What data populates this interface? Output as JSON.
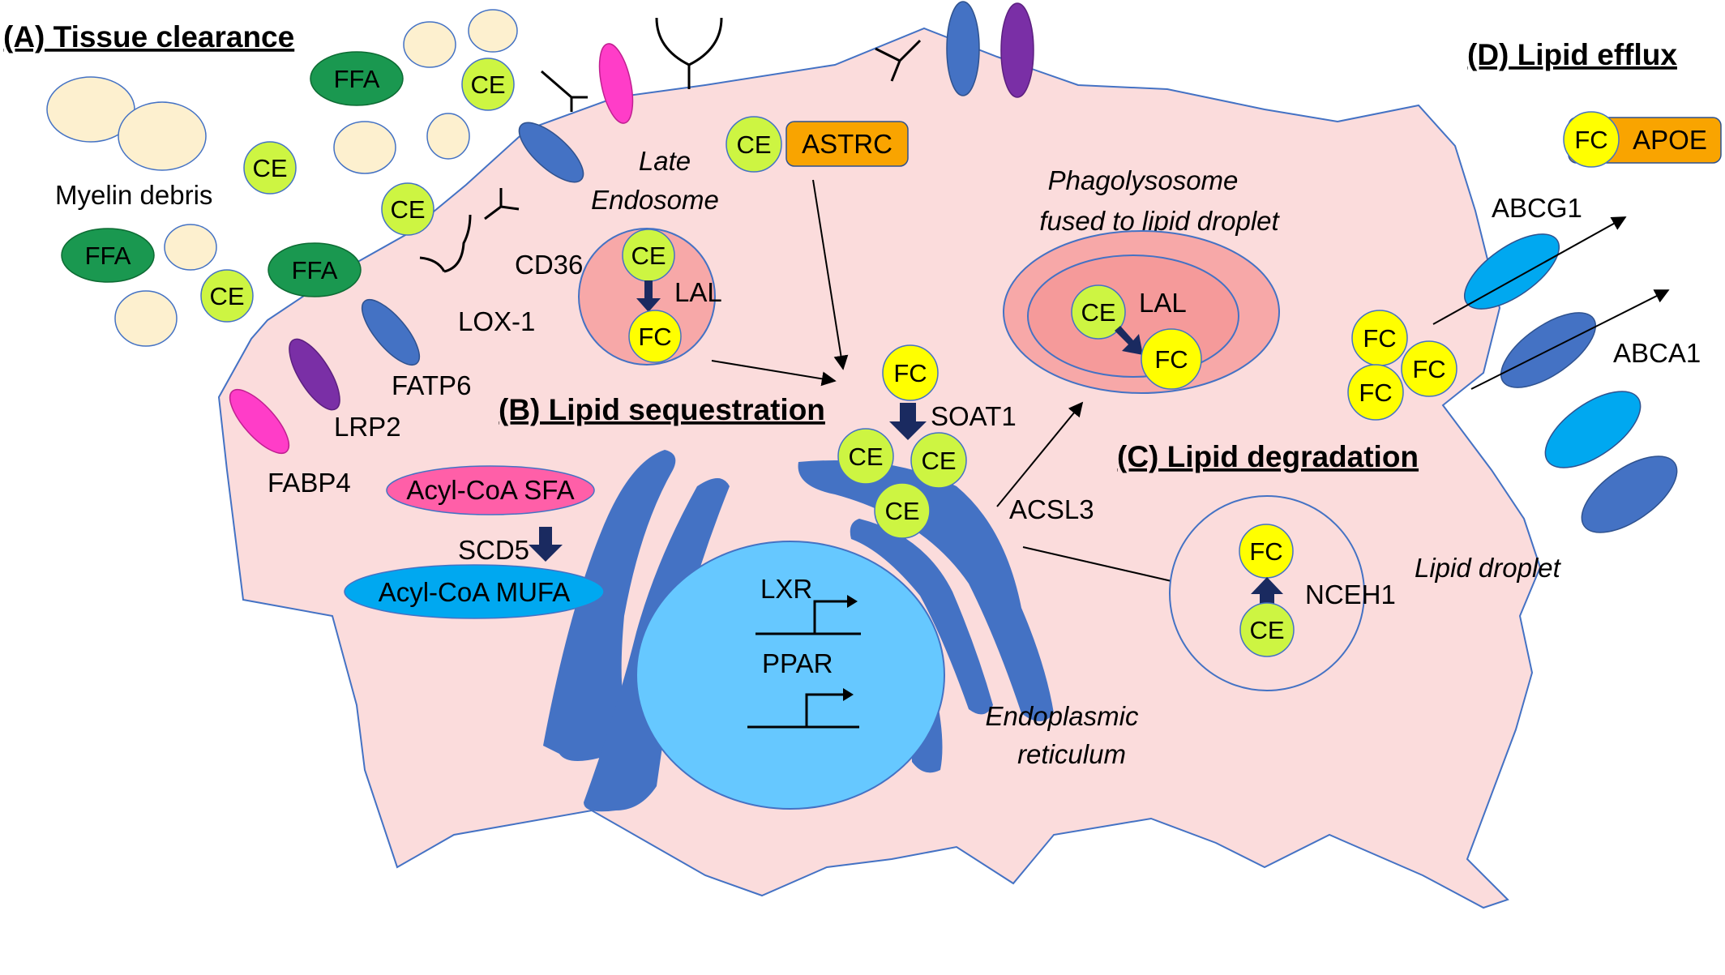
{
  "sections": {
    "a": "(A) Tissue clearance",
    "b": "(B) Lipid sequestration",
    "c": "(C) Lipid degradation",
    "d": "(D) Lipid efflux"
  },
  "molecules": {
    "ffa": "FFA",
    "ce": "CE",
    "fc": "FC",
    "astrc": "ASTRC",
    "apoe": "APOE",
    "acyl_sfa": "Acyl-CoA SFA",
    "acyl_mufa": "Acyl-CoA MUFA"
  },
  "labels": {
    "myelin_debris": "Myelin debris",
    "cd36": "CD36",
    "lox1": "LOX-1",
    "fatp6": "FATP6",
    "lrp2": "LRP2",
    "fabp4": "FABP4",
    "late_endosome_1": "Late",
    "late_endosome_2": "Endosome",
    "lal": "LAL",
    "soat1": "SOAT1",
    "acsl3": "ACSL3",
    "scd5": "SCD5",
    "lxr": "LXR",
    "ppar": "PPAR",
    "er_1": "Endoplasmic",
    "er_2": "reticulum",
    "phago_1": "Phagolysosome",
    "phago_2": "fused to lipid droplet",
    "nceh1": "NCEH1",
    "lipid_droplet": "Lipid droplet",
    "abcg1": "ABCG1",
    "abca1": "ABCA1"
  },
  "colors": {
    "cell": "#fbdcdc",
    "debris": "#fdf0cf",
    "ffa": "#1a9850",
    "ce": "#cdf542",
    "fc": "#ffff00",
    "orange": "#f9a400",
    "pink": "#ff3dc8",
    "purple": "#7a2fa6",
    "blue": "#4472c4",
    "lightblue": "#00a8f0",
    "nucleus": "#66c8ff",
    "endosome": "#f7a8a8"
  }
}
